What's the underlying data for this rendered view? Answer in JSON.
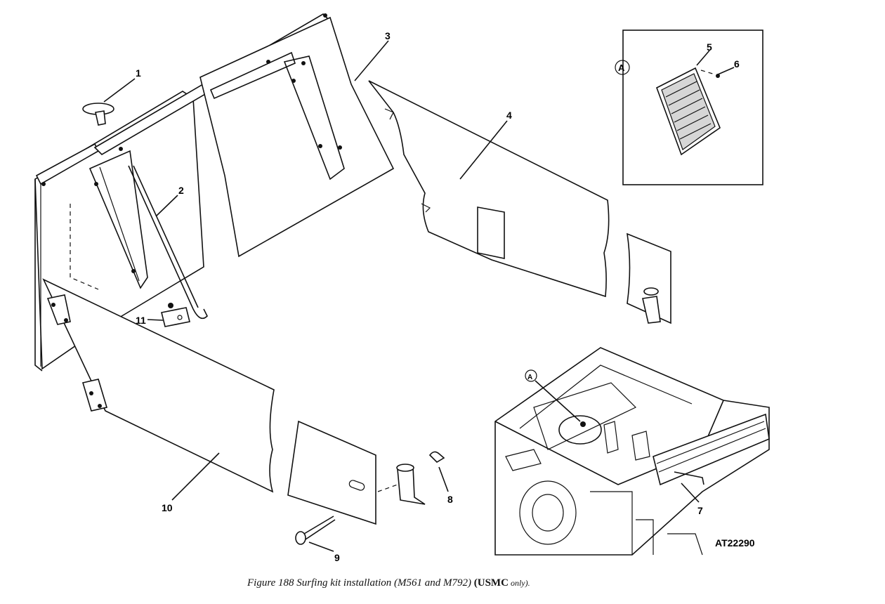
{
  "figure": {
    "caption_main": "Figure 188 Surfing kit installation (M561 and M792)",
    "caption_bold": "(USMC",
    "caption_tail": " only).",
    "drawing_id": "AT22290",
    "detail_label": "A",
    "callouts": {
      "c1": "1",
      "c2": "2",
      "c3": "3",
      "c4": "4",
      "c5": "5",
      "c6": "6",
      "c7": "7",
      "c8": "8",
      "c9": "9",
      "c10": "10",
      "c11": "11"
    }
  }
}
